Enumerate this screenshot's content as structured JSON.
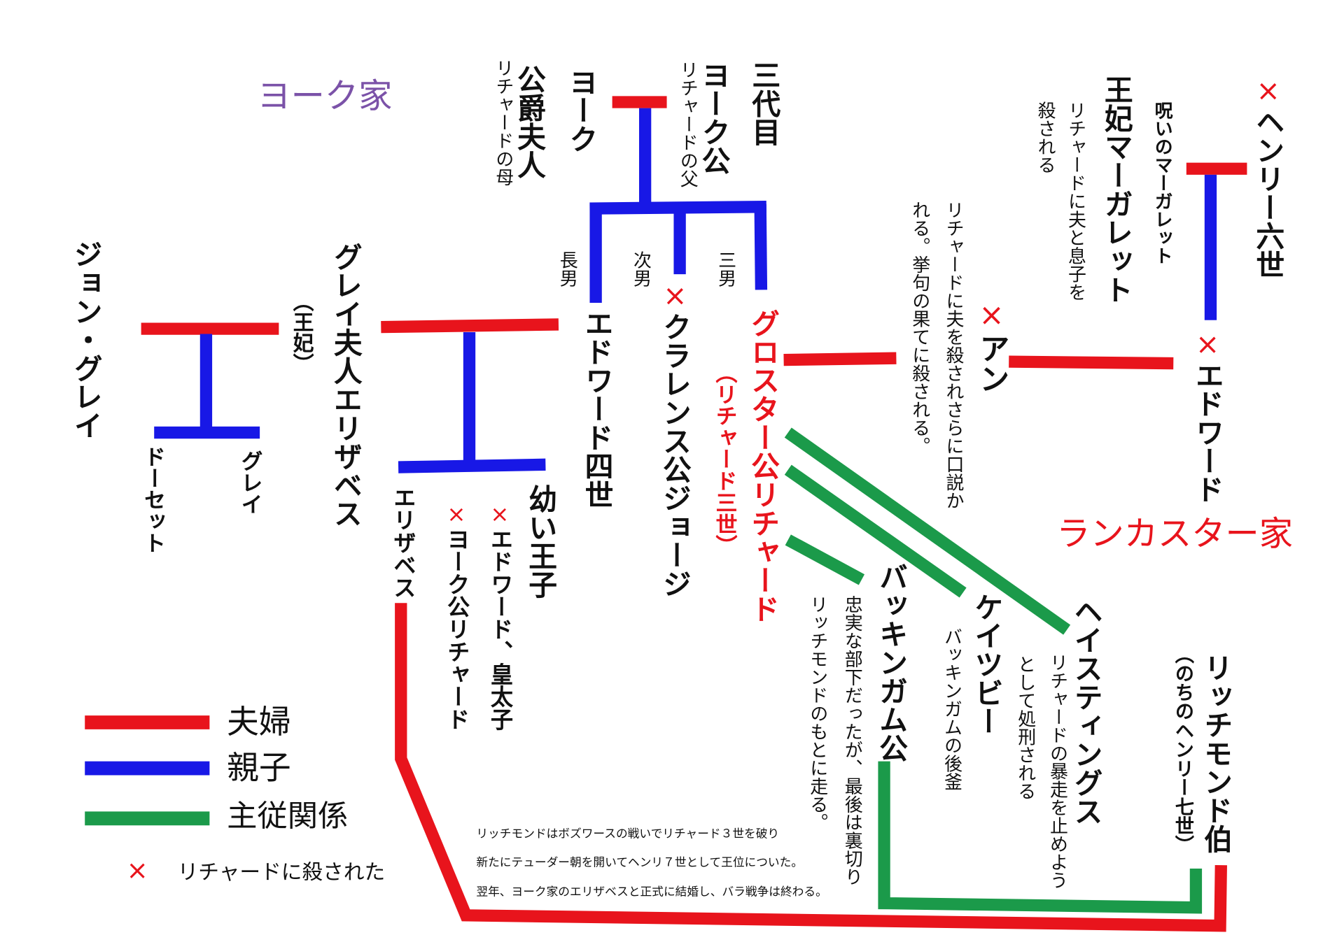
{
  "colors": {
    "marriage": "#e8141c",
    "parent_child": "#1818e6",
    "lord_vassal": "#1b9a4a",
    "york_house": "#7b52a8",
    "lancaster_house": "#e8141c",
    "highlight": "#e8141c"
  },
  "houses": {
    "york": "ヨーク家",
    "lancaster": "ランカスター家"
  },
  "duchess": {
    "title_line1": "ヨーク",
    "title_line2": "公爵夫人",
    "note": "リチャードの母"
  },
  "duke": {
    "title_line1": "三代目",
    "title_line2": "ヨーク公",
    "note": "リチャードの父"
  },
  "sons": {
    "eldest": "長男",
    "second": "次男",
    "third": "三男"
  },
  "edward_iv": {
    "name": "エドワード四世"
  },
  "george": {
    "mark": "×",
    "name": "クラレンス公ジョージ"
  },
  "richard": {
    "name": "グロスター公リチャード",
    "alias": "（リチャード三世）"
  },
  "anne": {
    "mark": "×",
    "name": "アン",
    "note_line1": "リチャードに夫を殺されさらに口説か",
    "note_line2": "れる。挙句の果てに殺される。"
  },
  "edward_lancaster": {
    "mark": "×",
    "name": "エドワード"
  },
  "henry_vi": {
    "mark": "×",
    "name": "ヘンリー六世"
  },
  "margaret": {
    "epithet": "呪いのマーガレット",
    "name": "王妃マーガレット",
    "note_line1": "リチャードに夫と息子を",
    "note_line2": "殺される"
  },
  "john_grey": {
    "name": "ジョン・グレイ"
  },
  "elizabeth_woodville": {
    "role": "（王妃）",
    "name": "グレイ夫人エリザベス"
  },
  "grey_children": {
    "dorset": "ドーセット",
    "grey": "グレイ"
  },
  "york_children": {
    "elizabeth": "エリザベス",
    "young_princes": "幼い王子",
    "prince_edward": {
      "mark": "×",
      "name": "エドワード、皇太子"
    },
    "prince_richard": {
      "mark": "×",
      "name": "ヨーク公リチャード"
    }
  },
  "buckingham": {
    "name": "バッキンガム公",
    "note_line1": "忠実な部下だったが、最後は裏切り",
    "note_line2": "リッチモンドのもとに走る。"
  },
  "catesby": {
    "name": "ケイツビー",
    "note": "バッキンガムの後釜"
  },
  "hastings": {
    "name": "ヘイスティングス",
    "note_line1": "リチャードの暴走を止めよう",
    "note_line2": "として処刑される"
  },
  "richmond": {
    "name": "リッチモンド伯",
    "alias": "（のちのヘンリー七世）"
  },
  "epilogue": [
    "リッチモンドはボズワースの戦いでリチャード３世を破り",
    "新たにテューダー朝を開いてヘンリ７世として王位についた。",
    "翌年、ヨーク家のエリザベスと正式に結婚し、バラ戦争は終わる。"
  ],
  "legend": {
    "marriage": "夫婦",
    "parent_child": "親子",
    "lord_vassal": "主従関係",
    "killed_mark": "×",
    "killed": "リチャードに殺された"
  }
}
